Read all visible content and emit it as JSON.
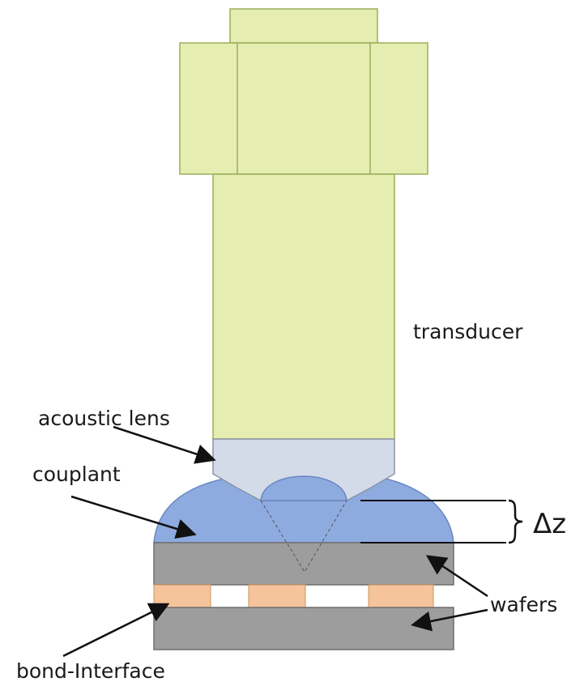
{
  "labels": {
    "transducer": "transducer",
    "acoustic_lens": "acoustic lens",
    "couplant": "couplant",
    "delta_z": "Δz",
    "wafers": "wafers",
    "bond_interface": "bond-Interface"
  },
  "colors": {
    "transducer_fill": "#e5edb0",
    "transducer_stroke": "#9aae5a",
    "lens_fill": "#d4dbe8",
    "lens_stroke": "#8a94a6",
    "couplant_fill": "#8eabe0",
    "couplant_stroke": "#6a86c0",
    "wafer_fill": "#9d9d9d",
    "wafer_stroke": "#6e6e6e",
    "bond_fill": "#f6c49a",
    "bond_stroke": "#c9955f",
    "text": "#1a1a1a"
  }
}
